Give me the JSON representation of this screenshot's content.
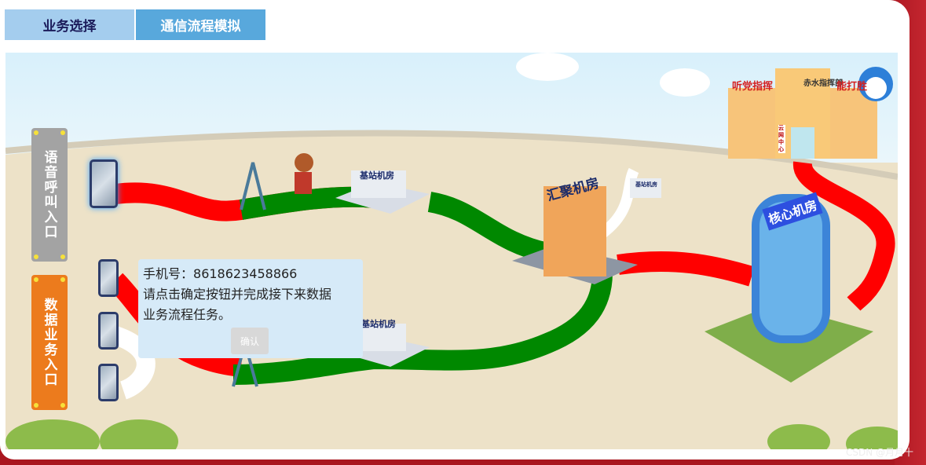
{
  "tabs": [
    {
      "label": "业务选择",
      "active": false
    },
    {
      "label": "通信流程模拟",
      "active": true
    }
  ],
  "entries": {
    "voice": "语音呼叫入口",
    "data": "数据业务入口"
  },
  "scene_labels": {
    "base_station_1": "基站机房",
    "base_station_2": "基站机房",
    "base_station_3": "基站机房",
    "aggregation": "汇聚机房",
    "core": "核心机房",
    "hq": "赤水指挥部",
    "slogan_left": "听党指挥",
    "slogan_right": "能打胜",
    "cloud_center": "云网中心"
  },
  "popup": {
    "phone_label": "手机号：",
    "phone": "8618623458866",
    "message": "请点击确定按钮并完成接下来数据\n业务流程任务。",
    "confirm": "确认"
  },
  "colors": {
    "voice_path": "#ff0000",
    "data_path": "#008000",
    "accent": "#58a8dc",
    "orange": "#ec7b1d"
  },
  "watermark": "CSDN @月月十"
}
